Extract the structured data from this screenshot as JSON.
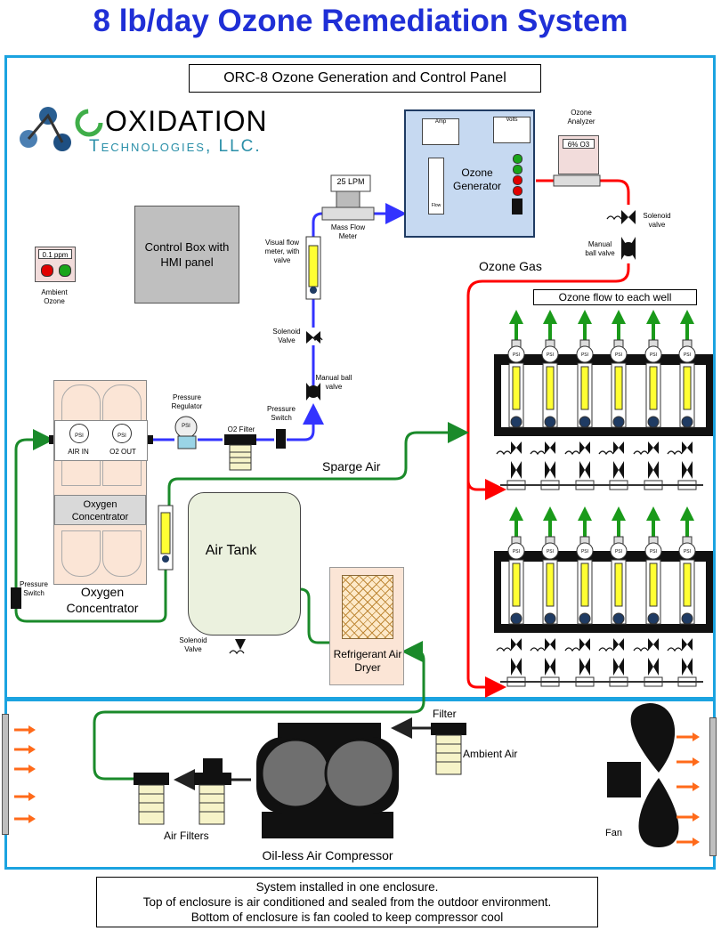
{
  "title": "8 lb/day Ozone Remediation System",
  "panel_title": "ORC-8 Ozone Generation and Control Panel",
  "logo": {
    "name": "OXIDATION",
    "sub": "Technologies, LLC."
  },
  "control_box": {
    "line1": "Control Box with",
    "line2": "HMI panel"
  },
  "ambient": {
    "reading": "0.1 ppm",
    "label1": "Ambient",
    "label2": "Ozone"
  },
  "ozone_generator": {
    "line1": "Ozone",
    "line2": "Generator",
    "amp": "Amp",
    "volts": "Volts",
    "flow": "Flow"
  },
  "analyzer": {
    "title1": "Ozone",
    "title2": "Analyzer",
    "reading": "6% O3"
  },
  "mass_flow": {
    "reading": "25 LPM",
    "label1": "Mass Flow",
    "label2": "Meter"
  },
  "visual_flow": {
    "l1": "Visual flow",
    "l2": "meter, with",
    "l3": "valve"
  },
  "solenoid_left": {
    "l1": "Solenoid",
    "l2": "Valve"
  },
  "manual_left": {
    "l1": "Manual ball",
    "l2": "valve"
  },
  "pressure_switch_mid": {
    "l1": "Pressure",
    "l2": "Switch"
  },
  "o2_filter": "O2 Filter",
  "pressure_reg": {
    "l1": "Pressure",
    "l2": "Regulator",
    "gauge": "PSI"
  },
  "solenoid_right": {
    "l1": "Solenoid",
    "l2": "valve"
  },
  "manual_right": {
    "l1": "Manual",
    "l2": "ball valve"
  },
  "ozone_gas": "Ozone Gas",
  "ozone_flow_each": "Ozone flow to each well",
  "oxygen_conc": {
    "air_in": "AIR IN",
    "o2_out": "O2 OUT",
    "psi": "PSI",
    "inner1": "Oxygen",
    "inner2": "Concentrator",
    "outer1": "Oxygen",
    "outer2": "Concentrator"
  },
  "pressure_switch_left": {
    "l1": "Pressure",
    "l2": "Switch"
  },
  "sparge_air": "Sparge Air",
  "air_tank": "Air Tank",
  "solenoid_tank": {
    "l1": "Solenoid",
    "l2": "Valve"
  },
  "dryer": {
    "l1": "Refrigerant Air",
    "l2": "Dryer"
  },
  "filter": "Filter",
  "ambient_air": "Ambient Air",
  "air_filters": "Air Filters",
  "compressor": "Oil-less Air Compressor",
  "fan": "Fan",
  "manifold_psi": "PSI",
  "info": {
    "line1": "System installed in one enclosure.",
    "line2": "Top of enclosure is air conditioned and sealed from the outdoor environment.",
    "line3": "Bottom of enclosure is fan cooled  to keep compressor cool"
  },
  "colors": {
    "title": "#1f2fd6",
    "enclosure": "#1ba3e0",
    "ozone_line": "#ff0000",
    "oxygen_line": "#3333ff",
    "air_line": "#1a8a2a",
    "arrow_up": "#1a9a1a",
    "vent_arrow": "#ff6a1a"
  }
}
